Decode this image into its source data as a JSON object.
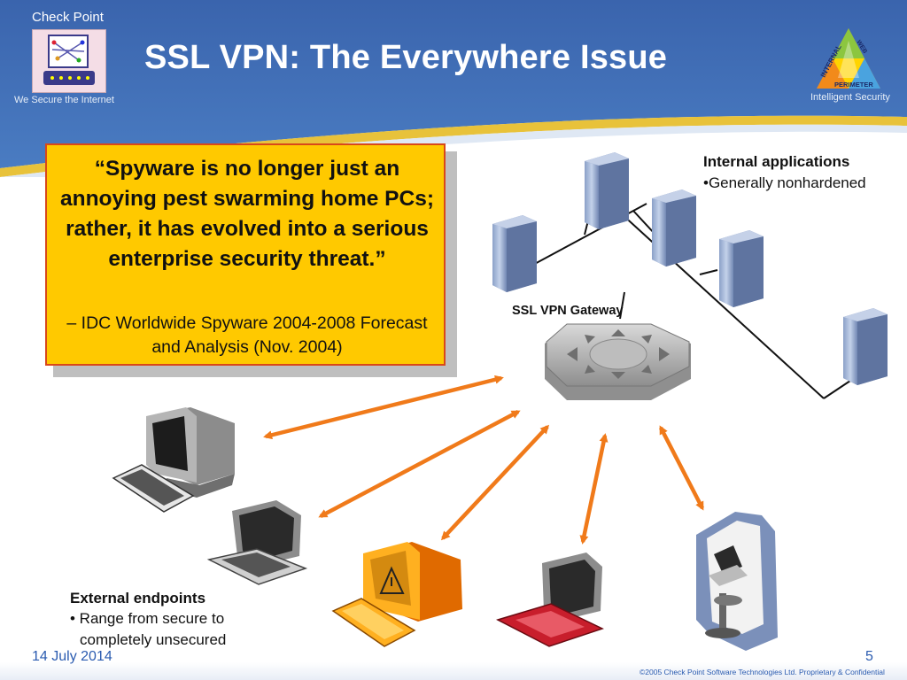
{
  "header": {
    "company_name": "Check Point",
    "tagline": "We Secure the Internet",
    "title": "SSL VPN: The Everywhere Issue",
    "logo_right_words": [
      "INTERNAL",
      "WEB",
      "PERIMETER"
    ],
    "logo_right_caption": "Intelligent Security"
  },
  "quote": {
    "text": "“Spyware is no longer just an annoying pest swarming home PCs; rather, it has evolved into a serious enterprise security threat.”",
    "source": "– IDC Worldwide Spyware 2004-2008 Forecast and Analysis (Nov. 2004)"
  },
  "internal_apps": {
    "title": "Internal applications",
    "item": "•Generally nonhardened"
  },
  "gateway_label": "SSL VPN Gateway",
  "external_endpoints": {
    "title": "External endpoints",
    "item_line1": "• Range from secure to",
    "item_line2": "completely unsecured"
  },
  "footer": {
    "date": "14 July 2014",
    "page": "5",
    "copyright": "©2005 Check Point Software Technologies Ltd. Proprietary & Confidential"
  },
  "colors": {
    "header_blue": "#3f6db4",
    "accent_gold": "#e8c23a",
    "quote_yellow": "#ffc900",
    "arrow_orange": "#f07a1a"
  }
}
